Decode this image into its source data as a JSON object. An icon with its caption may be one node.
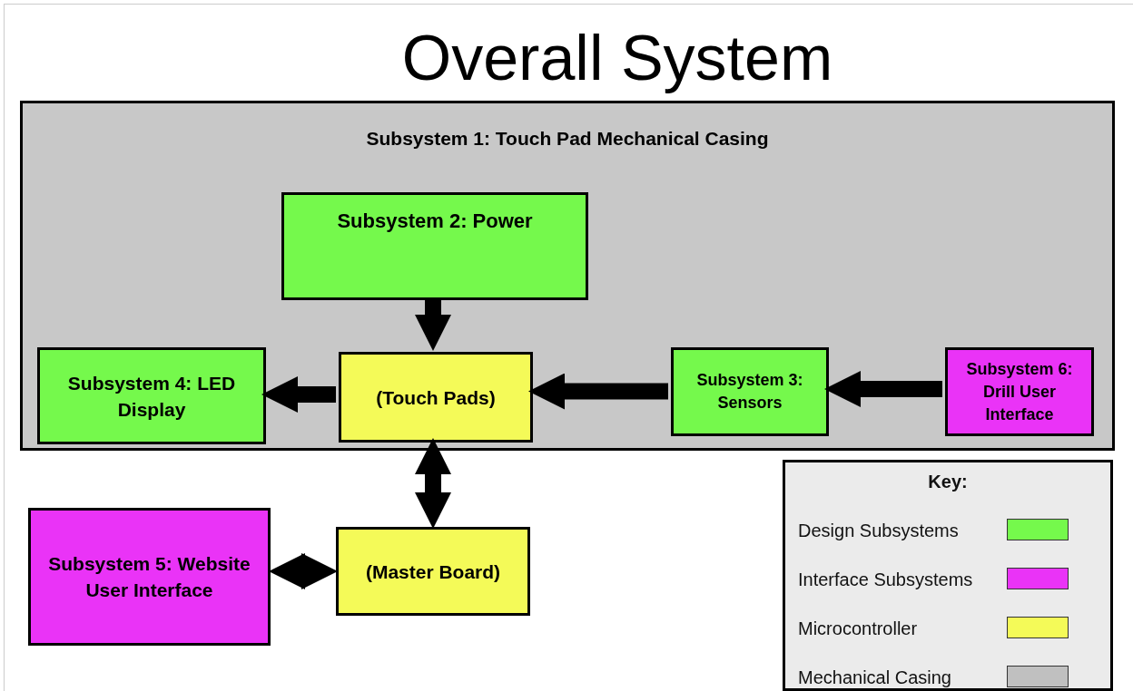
{
  "diagram": {
    "title": "Overall System",
    "nodes": [
      {
        "text": [
          "Subsystem 1: Touch Pad Mechanical Casing"
        ]
      },
      {
        "text": [
          "Subsystem 2: Power"
        ],
        "in": 0
      },
      {
        "text": [
          "Subsystem 4: LED Display"
        ],
        "in": 0
      },
      {
        "text": [
          "(Touch Pads)"
        ],
        "in": 0
      },
      {
        "text": [
          "Subsystem 3: Sensors"
        ],
        "in": 0
      },
      {
        "text": [
          "Subsystem 6: Drill User Interface"
        ],
        "in": 0
      },
      {
        "text": [
          "Subsystem 5: Website User Interface"
        ]
      },
      {
        "text": [
          "(Master Board)"
        ]
      }
    ],
    "edges": [
      {
        "from": 1,
        "to": 3,
        "arrow": "to"
      },
      {
        "from": 3,
        "to": 2,
        "arrow": "to"
      },
      {
        "from": 4,
        "to": 3,
        "arrow": "to"
      },
      {
        "from": 5,
        "to": 4,
        "arrow": "to"
      },
      {
        "from": 3,
        "to": 7,
        "arrow": "both"
      },
      {
        "from": 6,
        "to": 7,
        "arrow": "both"
      }
    ],
    "labels": [
      "Key:"
    ],
    "legend": [
      {
        "text": "Design Subsystems",
        "color": "#75f94c"
      },
      {
        "text": "Interface Subsystems",
        "color": "#ea33f7"
      },
      {
        "text": "Microcontroller",
        "color": "#f4fa58"
      },
      {
        "text": "Mechanical Casing",
        "color": "#c0c0c0"
      }
    ]
  }
}
